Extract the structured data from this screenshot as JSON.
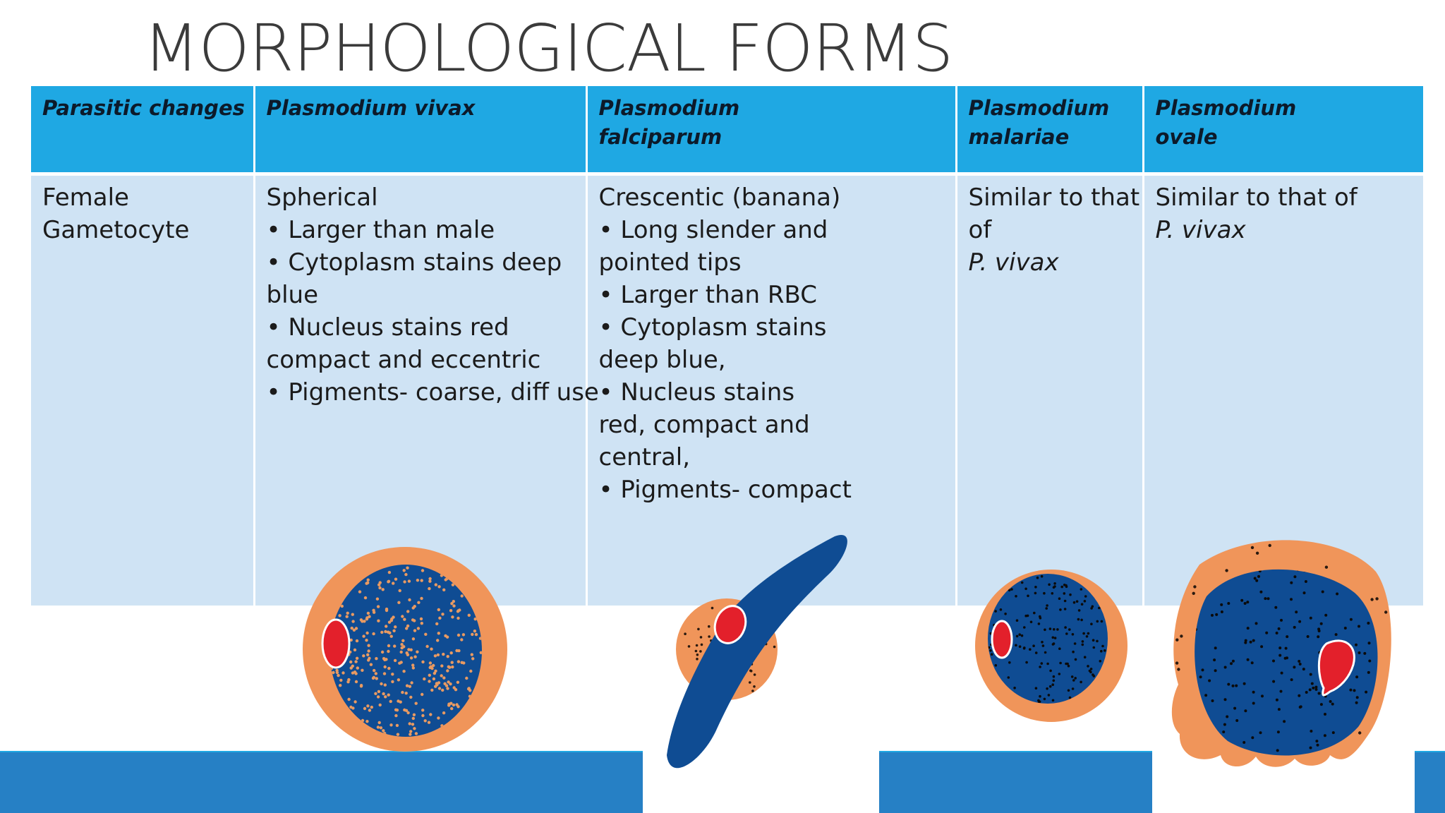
{
  "title": "MORPHOLOGICAL FORMS",
  "table": {
    "headers": [
      [
        "Parasitic changes"
      ],
      [
        "Plasmodium vivax"
      ],
      [
        "Plasmodium",
        "falciparum"
      ],
      [
        "Plasmodium",
        "malariae"
      ],
      [
        "Plasmodium",
        "ovale"
      ]
    ],
    "row": {
      "c0": [
        "Female",
        "Gametocyte"
      ],
      "c1": [
        "Spherical",
        "• Larger than male",
        "• Cytoplasm stains deep",
        "blue",
        "• Nucleus stains red",
        "compact and eccentric",
        "• Pigments- coarse, diff use"
      ],
      "c2": [
        "Crescentic (banana)",
        "• Long slender and",
        "pointed tips",
        "• Larger than RBC",
        "• Cytoplasm stains",
        "deep blue,",
        "• Nucleus stains",
        "red, compact and",
        "central,",
        "• Pigments- compact"
      ],
      "c3": [
        "Similar to that",
        "of",
        "P. vivax"
      ],
      "c4": [
        "Similar to that of",
        "P. vivax"
      ]
    }
  },
  "colors": {
    "header_bg": "#1fa8e3",
    "body_bg": "#cfe3f4",
    "band": "#2680c5",
    "cell_orange": "#f0955a",
    "cytoplasm_blue": "#0f4c93",
    "nucleus_red": "#e3202b"
  }
}
